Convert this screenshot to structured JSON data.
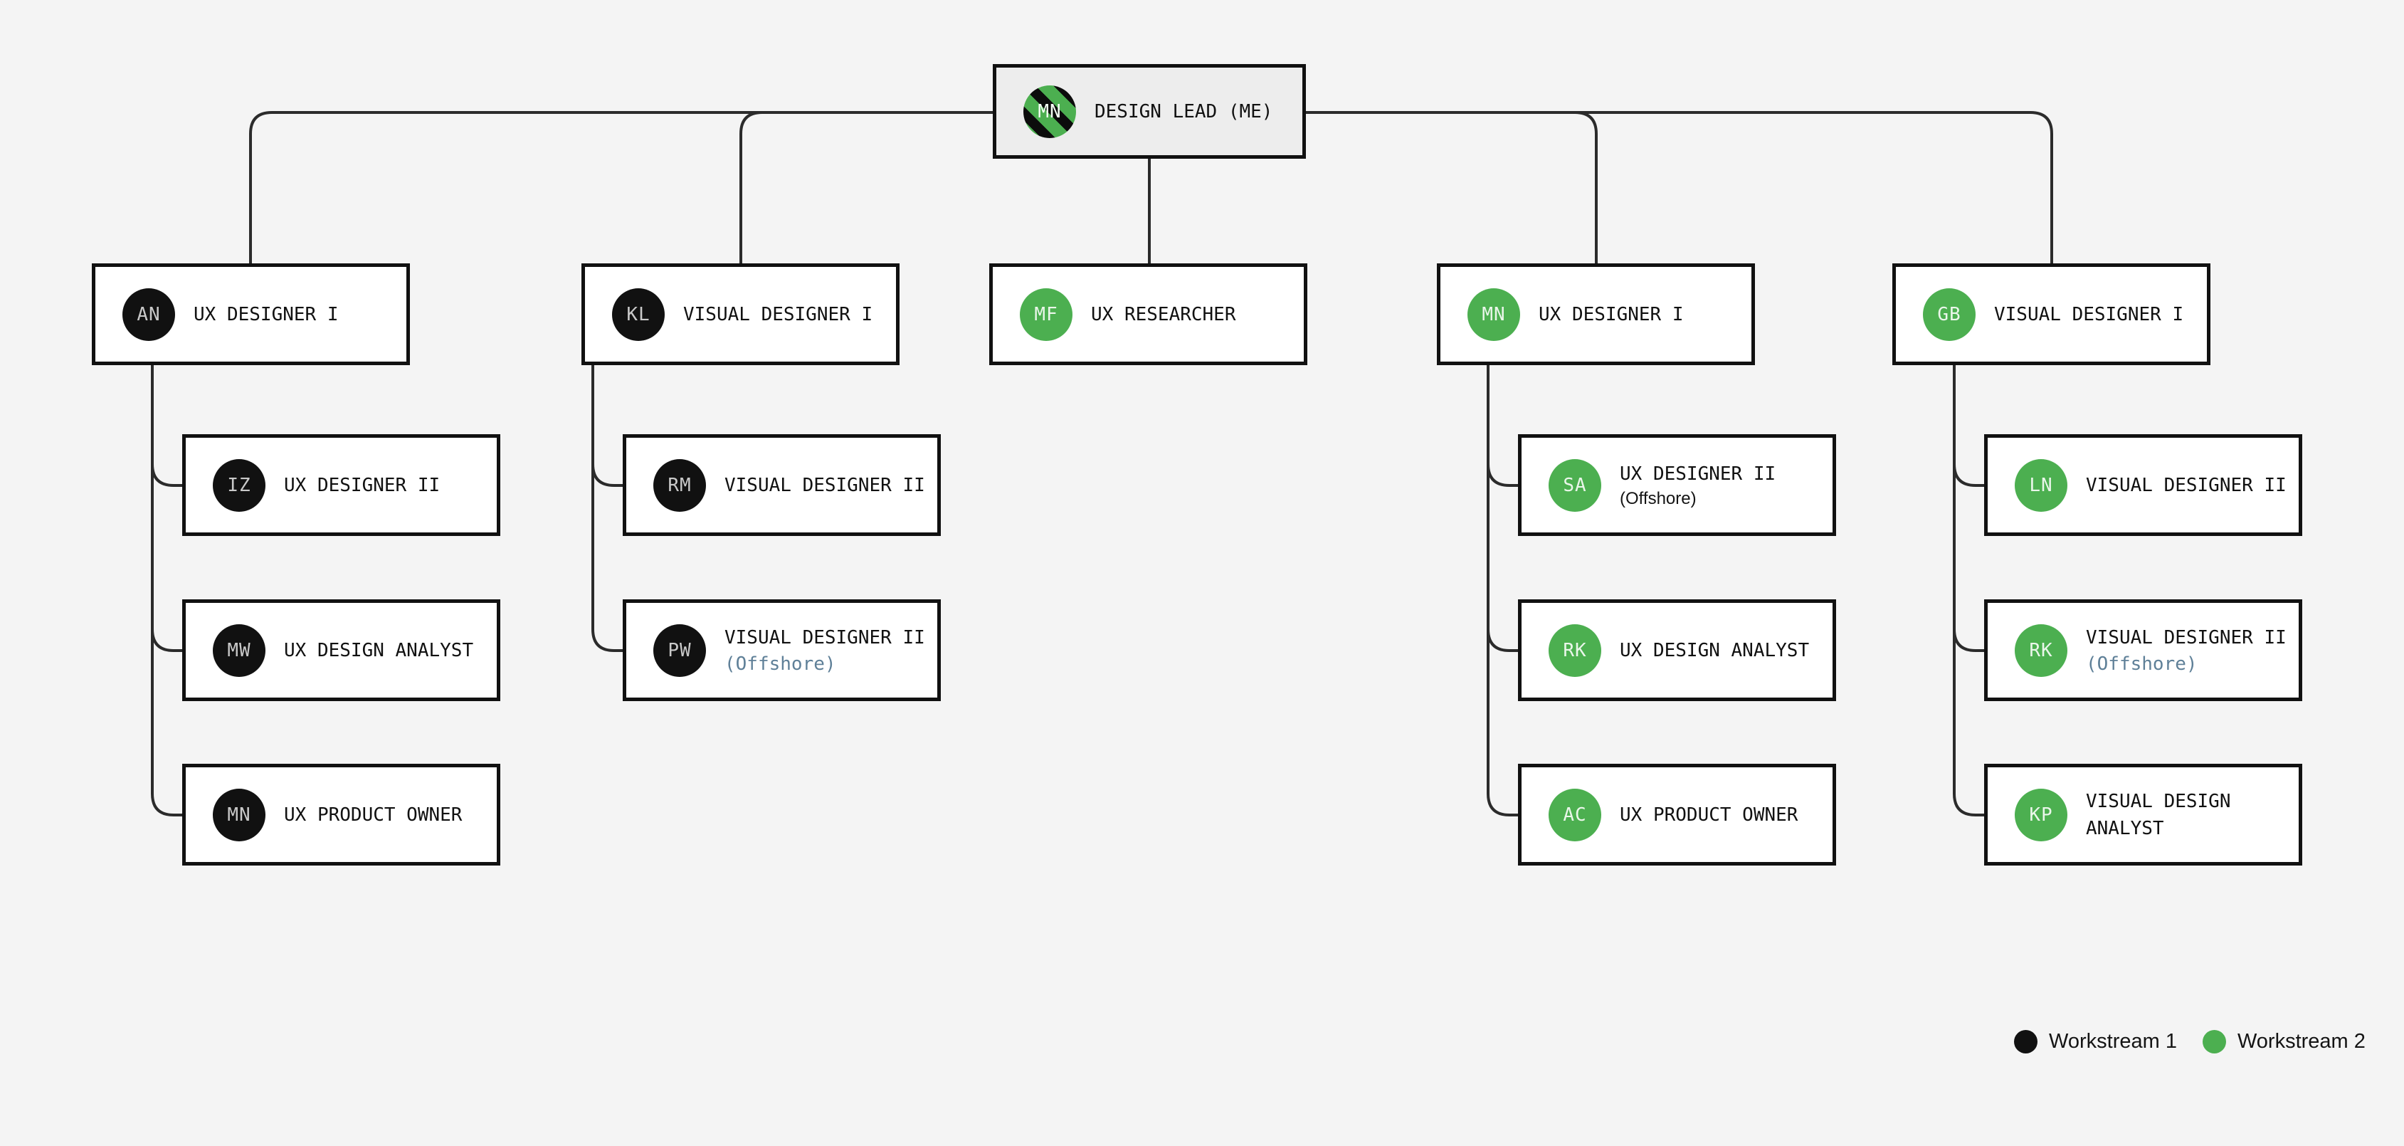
{
  "diagram": {
    "kind": "org-chart"
  },
  "colors": {
    "background": "#f4f4f4",
    "workstream1": "#111111",
    "workstream2": "#4caf50",
    "offshore_muted_text": "#5f8098",
    "root_node_fill": "#ededed",
    "connector_line": "#2b2b2b"
  },
  "org": {
    "root": {
      "initials": "MN",
      "title": "DESIGN LEAD (ME)",
      "workstreams": [
        1,
        2
      ],
      "avatar": "striped-avatar"
    },
    "branches": [
      {
        "manager": {
          "initials": "AN",
          "title": "UX DESIGNER I",
          "workstream": 1
        },
        "reports": [
          {
            "initials": "IZ",
            "title": "UX DESIGNER II",
            "workstream": 1
          },
          {
            "initials": "MW",
            "title": "UX DESIGN ANALYST",
            "workstream": 1
          },
          {
            "initials": "MN",
            "title": "UX PRODUCT OWNER",
            "workstream": 1
          }
        ]
      },
      {
        "manager": {
          "initials": "KL",
          "title": "VISUAL DESIGNER I",
          "workstream": 1
        },
        "reports": [
          {
            "initials": "RM",
            "title": "VISUAL DESIGNER II",
            "workstream": 1
          },
          {
            "initials": "PW",
            "title": "VISUAL DESIGNER II",
            "subtitle": "(Offshore)",
            "workstream": 1
          }
        ]
      },
      {
        "manager": {
          "initials": "MF",
          "title": "UX RESEARCHER",
          "workstream": 2
        },
        "reports": []
      },
      {
        "manager": {
          "initials": "MN",
          "title": "UX DESIGNER I",
          "workstream": 2
        },
        "reports": [
          {
            "initials": "SA",
            "title": "UX DESIGNER II",
            "subtitle": "(Offshore)",
            "workstream": 2
          },
          {
            "initials": "RK",
            "title": "UX DESIGN ANALYST",
            "workstream": 2
          },
          {
            "initials": "AC",
            "title": "UX PRODUCT OWNER",
            "workstream": 2
          }
        ]
      },
      {
        "manager": {
          "initials": "GB",
          "title": "VISUAL DESIGNER I",
          "workstream": 2
        },
        "reports": [
          {
            "initials": "LN",
            "title": "VISUAL DESIGNER II",
            "workstream": 2
          },
          {
            "initials": "RK",
            "title": "VISUAL DESIGNER II",
            "subtitle": "(Offshore)",
            "workstream": 2
          },
          {
            "initials": "KP",
            "title": "VISUAL DESIGN ANALYST",
            "workstream": 2
          }
        ]
      }
    ]
  },
  "legend": {
    "items": [
      {
        "label": "Workstream 1",
        "color": "#111111"
      },
      {
        "label": "Workstream 2",
        "color": "#4caf50"
      }
    ]
  }
}
